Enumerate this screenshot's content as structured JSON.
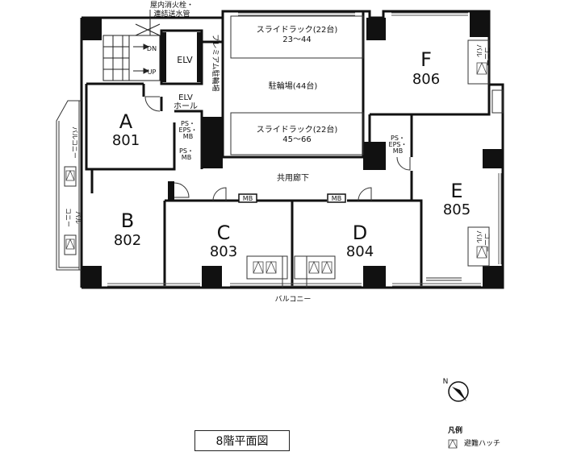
{
  "plan_title": "8階平面図",
  "units": [
    {
      "letter": "A",
      "number": "801"
    },
    {
      "letter": "B",
      "number": "802"
    },
    {
      "letter": "C",
      "number": "803"
    },
    {
      "letter": "D",
      "number": "804"
    },
    {
      "letter": "E",
      "number": "805"
    },
    {
      "letter": "F",
      "number": "806"
    }
  ],
  "labels": {
    "hydrant_line1": "屋内消火栓・",
    "hydrant_line2": "連結送水管",
    "dn": "DN",
    "up": "UP",
    "elv": "ELV",
    "elv_hall_line1": "ELV",
    "elv_hall_line2": "ホール",
    "premium_parking": "プレミアム駐輪場",
    "rack_top_line1": "スライドラック(22台)",
    "rack_top_line2": "23～44",
    "parking": "駐輪場(44台)",
    "rack_bottom_line1": "スライドラック(22台)",
    "rack_bottom_line2": "45～66",
    "ps_eps_mb_l1": "PS・",
    "ps_eps_mb_l2": "EPS・",
    "ps_eps_mb_l3": "MB",
    "ps_mb_l1": "PS・",
    "ps_mb_l2": "MB",
    "corridor": "共用廊下",
    "mb": "MB",
    "balcony": "バルコニー",
    "balcony_v1": "バル",
    "balcony_v2": "コニー"
  },
  "legend": {
    "title": "凡例",
    "hatch": "避難ハッチ"
  },
  "compass": {
    "north": "N"
  }
}
